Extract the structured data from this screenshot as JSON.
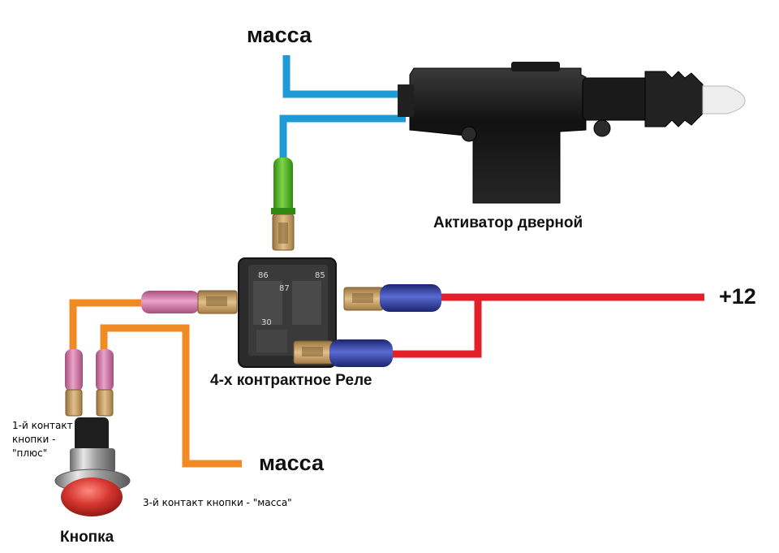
{
  "labels": {
    "ground_top": "масса",
    "actuator": "Активатор дверной",
    "plus12": "+12",
    "relay": "4-х контрактное Реле",
    "ground_bottom": "масса",
    "button": "Кнопка",
    "contact1_lines": [
      "1-й контакт",
      "кнопки -",
      "\"плюс\""
    ],
    "contact3": "3-й контакт кнопки - \"масса\""
  },
  "relay_pins": {
    "p86": "86",
    "p85": "85",
    "p87": "87",
    "p30": "30"
  },
  "colors": {
    "wire_blue": "#1e9ad6",
    "wire_orange": "#f08a24",
    "wire_red": "#e3202a",
    "sleeve_green": "#4fb521",
    "sleeve_pink": "#d67aa8",
    "sleeve_navy": "#2f3f9e",
    "terminal_brass": "#c9a064",
    "relay_body": "#2b2b2b",
    "actuator_body": "#1c1c1c",
    "button_red": "#d4362f"
  }
}
